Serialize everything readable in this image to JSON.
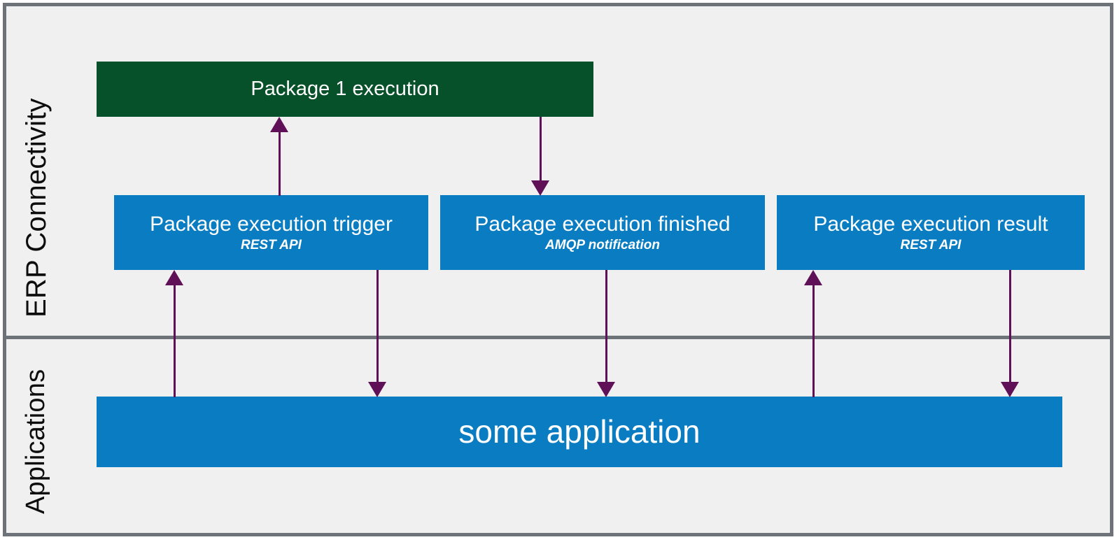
{
  "diagram": {
    "lanes": [
      {
        "id": "erp",
        "label": "ERP Connectivity"
      },
      {
        "id": "applications",
        "label": "Applications"
      }
    ],
    "nodes": {
      "package_execution": {
        "title": "Package 1 execution",
        "subtitle": "",
        "color": "#07512a",
        "lane": "erp"
      },
      "trigger": {
        "title": "Package execution trigger",
        "subtitle": "REST API",
        "color": "#0a7dc2",
        "lane": "erp"
      },
      "finished": {
        "title": "Package execution finished",
        "subtitle": "AMQP notification",
        "color": "#0a7dc2",
        "lane": "erp"
      },
      "result": {
        "title": "Package execution result",
        "subtitle": "REST API",
        "color": "#0a7dc2",
        "lane": "erp"
      },
      "some_application": {
        "title": "some application",
        "subtitle": "",
        "color": "#0a7dc2",
        "lane": "applications"
      }
    },
    "edges": [
      {
        "id": "trigger-to-package",
        "from": "trigger",
        "to": "package_execution",
        "direction": "up"
      },
      {
        "id": "package-to-finished",
        "from": "package_execution",
        "to": "finished",
        "direction": "down"
      },
      {
        "id": "app-to-trigger",
        "from": "some_application",
        "to": "trigger",
        "direction": "up"
      },
      {
        "id": "trigger-to-app",
        "from": "trigger",
        "to": "some_application",
        "direction": "down"
      },
      {
        "id": "finished-to-app",
        "from": "finished",
        "to": "some_application",
        "direction": "down"
      },
      {
        "id": "app-to-result",
        "from": "some_application",
        "to": "result",
        "direction": "up"
      },
      {
        "id": "result-to-app",
        "from": "result",
        "to": "some_application",
        "direction": "down"
      }
    ],
    "colors": {
      "background": "#f0f0f0",
      "border": "#6d7379",
      "green": "#07512a",
      "blue": "#0a7dc2",
      "arrow": "#5f1057",
      "text_on_fill": "#ffffff",
      "lane_label": "#0d0d0d"
    }
  }
}
